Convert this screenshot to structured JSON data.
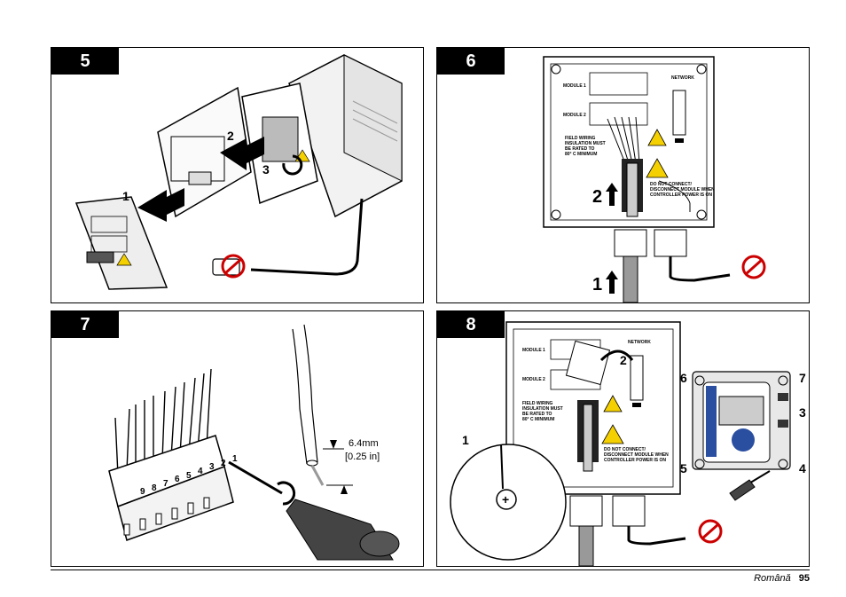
{
  "steps": [
    {
      "number": "5",
      "callouts": [
        "1",
        "2",
        "3"
      ]
    },
    {
      "number": "6",
      "callouts": [
        "1",
        "2"
      ],
      "labels": {
        "network": "NETWORK",
        "module1": "MODULE 1",
        "module2": "MODULE 2",
        "field_wiring": [
          "FIELD WIRING",
          "INSULATION MUST",
          "BE RATED TO",
          "80° C MINIMUM"
        ],
        "disconnect": [
          "DO NOT CONNECT/",
          "DISCONNECT MODULE WHEN",
          "CONTROLLER POWER IS ON"
        ]
      }
    },
    {
      "number": "7",
      "dimension_mm": "6.4mm",
      "dimension_in": "[0.25 in]",
      "terminal_numbers": [
        "9",
        "8",
        "7",
        "6",
        "5",
        "4",
        "3",
        "2",
        "1"
      ]
    },
    {
      "number": "8",
      "callouts": [
        "1",
        "2",
        "3",
        "4",
        "5",
        "6",
        "7"
      ],
      "labels": {
        "network": "NETWORK",
        "module1": "MODULE 1",
        "module2": "MODULE 2",
        "field_wiring": [
          "FIELD WIRING",
          "INSULATION MUST",
          "BE RATED TO",
          "80° C MINIMUM"
        ],
        "disconnect": [
          "DO NOT CONNECT/",
          "DISCONNECT MODULE WHEN",
          "CONTROLLER POWER IS ON"
        ]
      }
    }
  ],
  "footer": {
    "language": "Română",
    "page": "95"
  },
  "colors": {
    "badge": "#000000",
    "prohibit": "#cc0000",
    "warning": "#f5d000",
    "display_blue": "#2a4fa0"
  }
}
